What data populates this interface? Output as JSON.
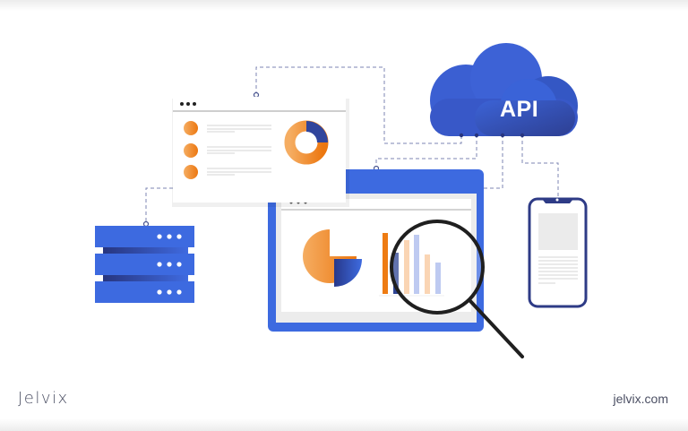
{
  "illustration": {
    "cloud": {
      "label": "API",
      "icon": "cloud-icon",
      "color": "#3f62d4"
    },
    "browser_window": {
      "icon": "browser-window-icon",
      "menu_dots": 3,
      "list_items": 3,
      "donut_chart": {
        "orange_pct": 77,
        "blue_pct": 23
      }
    },
    "dashboard_monitor": {
      "icon": "monitor-icon",
      "pie_chart": true,
      "bar_chart_bars": 6,
      "magnifier": "magnifying-glass-icon"
    },
    "server": {
      "icon": "server-icon",
      "units": 3,
      "dots_per_unit": 3
    },
    "phone": {
      "icon": "smartphone-icon"
    }
  },
  "colors": {
    "primary_blue": "#3d6ae0",
    "dark_blue": "#2a3a8c",
    "orange": "#ee7b12",
    "light_orange": "#f3a85a",
    "text": "#4b4f63"
  },
  "footer": {
    "brand": "Jelvix",
    "url": "jelvix.com"
  }
}
